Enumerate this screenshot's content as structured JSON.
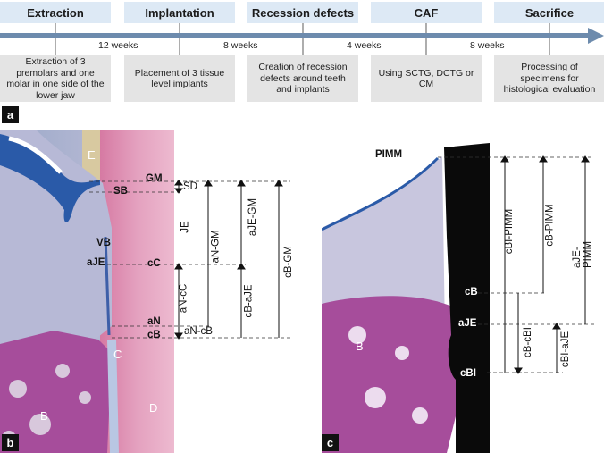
{
  "timeline": {
    "phases": [
      {
        "name": "Extraction",
        "desc": "Extraction of 3 premolars and one molar in one side of the lower jaw"
      },
      {
        "name": "Implantation",
        "desc": "Placement of 3 tissue level implants"
      },
      {
        "name": "Recession defects",
        "desc": "Creation of recession defects around teeth and implants"
      },
      {
        "name": "CAF",
        "desc": "Using SCTG, DCTG or CM"
      },
      {
        "name": "Sacrifice",
        "desc": "Processing of specimens for histological evaluation"
      }
    ],
    "intervals": [
      "12 weeks",
      "8 weeks",
      "4 weeks",
      "8 weeks"
    ]
  },
  "panels": {
    "a": "a",
    "b": "b",
    "c": "c"
  },
  "panel_b": {
    "tissue_labels": {
      "E": "E",
      "C": "C",
      "D": "D",
      "B": "B",
      "VB": "VB"
    },
    "landmarks": {
      "GM": "GM",
      "SB": "SB",
      "aJE": "aJE",
      "cC": "cC",
      "aN": "aN",
      "cB": "cB"
    },
    "measurements": {
      "SD": "SD",
      "JE": "JE",
      "aN_cC": "aN-cC",
      "aN_cB": "aN-cB",
      "aN_GM": "aN-GM",
      "cB_aJE": "cB-aJE",
      "aJE_GM": "aJE-GM",
      "cB_GM": "cB-GM"
    }
  },
  "panel_c": {
    "tissue_labels": {
      "B": "B"
    },
    "landmarks": {
      "PIMM": "PIMM",
      "cB": "cB",
      "aJE": "aJE",
      "cBI": "cBI"
    },
    "measurements": {
      "cBI_PIMM": "cBI-PIMM",
      "cB_PIMM": "cB-PIMM",
      "aJE_PIMM": "aJE-PIMM",
      "cB_cBI": "cB-cBI",
      "cBI_aJE": "cBI-aJE"
    }
  },
  "colors": {
    "phase_bg": "#dde9f5",
    "arrow": "#6d8bad",
    "desc_bg": "#e4e4e4"
  }
}
